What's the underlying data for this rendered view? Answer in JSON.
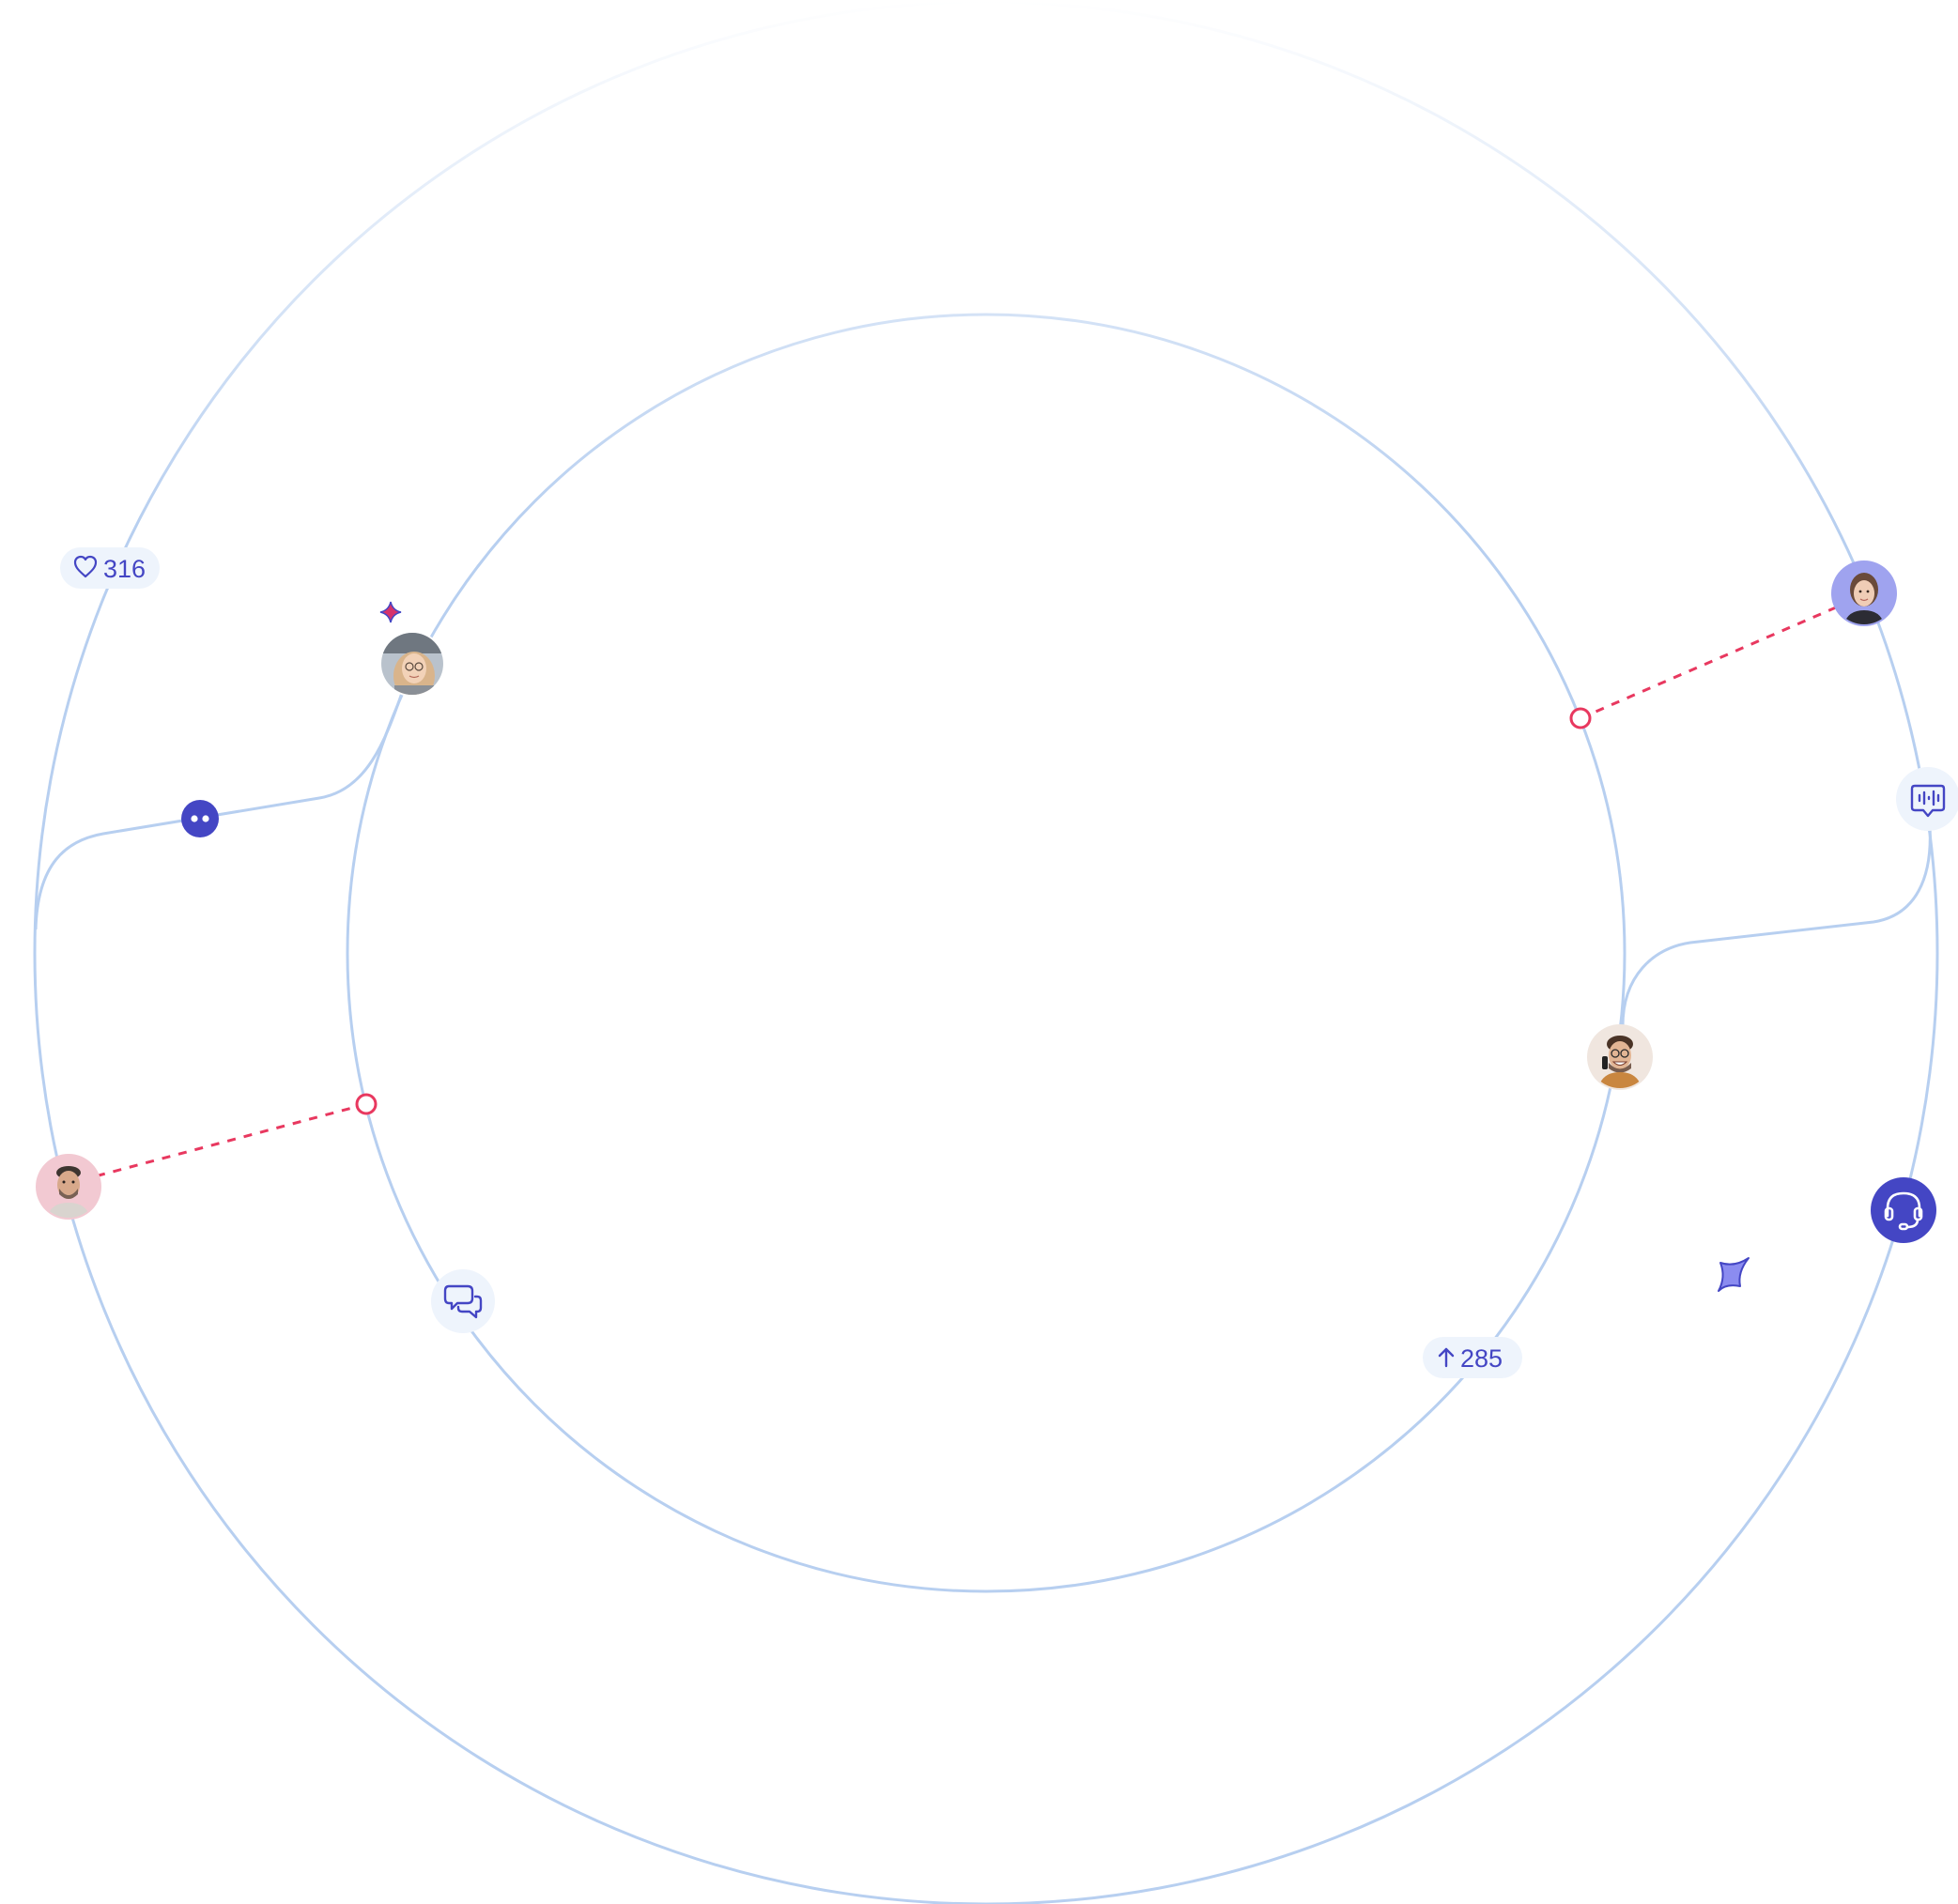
{
  "colors": {
    "ring": "#b7cff0",
    "accent": "#4446c4",
    "accent_light": "#eef4fc",
    "dashed_link": "#e8385f",
    "star_pink": "#d6336c",
    "star_violet": "#8b8cf0"
  },
  "badges": {
    "likes": {
      "icon": "heart-icon",
      "value": "316"
    },
    "upvotes": {
      "icon": "arrow-up-icon",
      "value": "285"
    }
  },
  "nodes": {
    "avatars": [
      {
        "id": "woman-glasses",
        "ring_color": "#dfe6ee"
      },
      {
        "id": "woman-top-right",
        "ring_color": "#9fa3ef"
      },
      {
        "id": "man-smiling-glasses",
        "ring_color": "#f0e6df"
      },
      {
        "id": "man-left",
        "ring_color": "#f2c9d2"
      }
    ],
    "icon_buttons": [
      {
        "id": "chat-bubbles",
        "icon": "chat-bubbles-icon"
      },
      {
        "id": "voice-message",
        "icon": "voice-message-icon"
      },
      {
        "id": "support",
        "icon": "headset-icon"
      },
      {
        "id": "bot",
        "icon": "bot-face-icon"
      }
    ]
  }
}
